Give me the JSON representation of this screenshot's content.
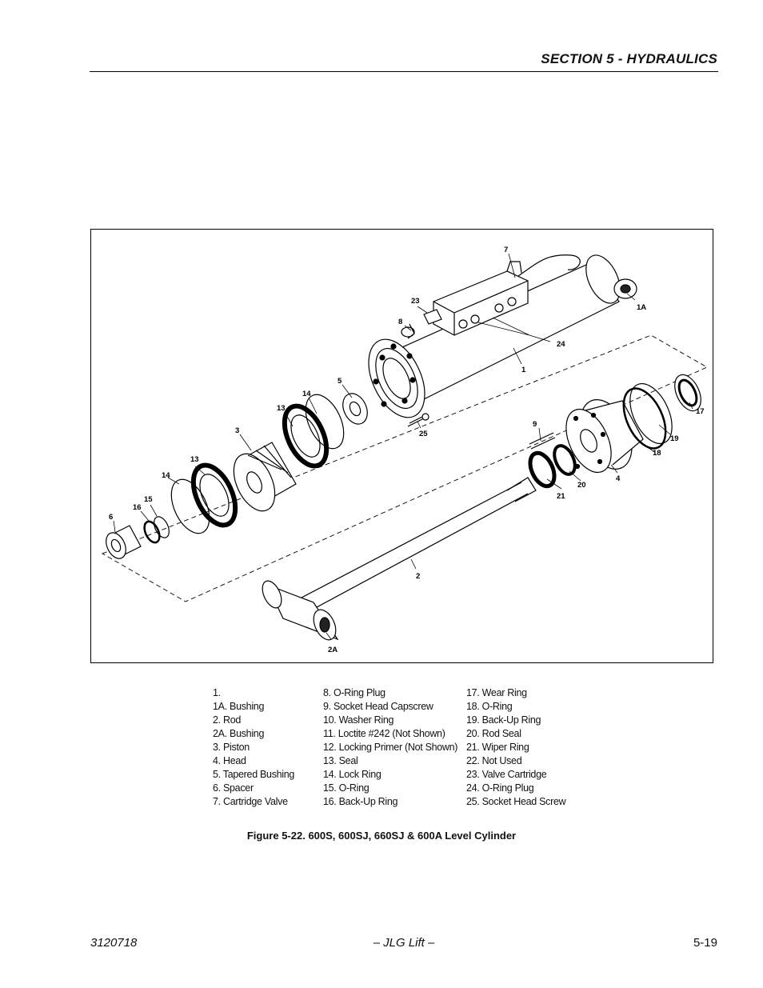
{
  "header": {
    "section_title": "SECTION 5 - HYDRAULICS"
  },
  "figure": {
    "callouts": [
      "7",
      "1A",
      "23",
      "8",
      "24",
      "1",
      "5",
      "14",
      "13",
      "3",
      "25",
      "9",
      "17",
      "19",
      "18",
      "4",
      "20",
      "21",
      "13",
      "14",
      "15",
      "16",
      "6",
      "2",
      "2A"
    ]
  },
  "legend": {
    "column1": [
      "1.",
      "1A. Bushing",
      "2.   Rod",
      "2A. Bushing",
      "3.   Piston",
      "4.   Head",
      "5.   Tapered Bushing",
      "6.   Spacer",
      "7.   Cartridge Valve"
    ],
    "column2": [
      "8.   O-Ring Plug",
      "9.   Socket Head Capscrew",
      "10. Washer Ring",
      "11.  Loctite #242 (Not Shown)",
      "12. Locking Primer (Not Shown)",
      "13. Seal",
      "14. Lock Ring",
      "15. O-Ring",
      "16. Back-Up Ring"
    ],
    "column3": [
      "17. Wear Ring",
      "18. O-Ring",
      "19. Back-Up Ring",
      "20. Rod Seal",
      "21. Wiper Ring",
      "22. Not Used",
      "23. Valve Cartridge",
      "24. O-Ring Plug",
      "25. Socket Head Screw"
    ]
  },
  "caption": "Figure 5-22.  600S, 600SJ, 660SJ & 600A Level Cylinder",
  "footer": {
    "doc_number": "3120718",
    "publisher": "– JLG Lift –",
    "page_number": "5-19"
  }
}
